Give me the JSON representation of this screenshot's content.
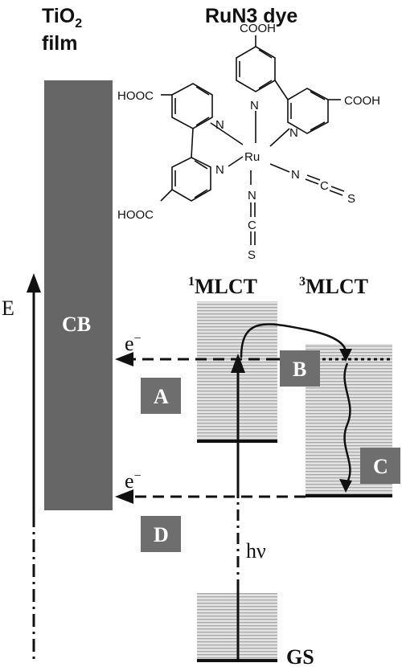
{
  "titles": {
    "film_main": "TiO",
    "film_sub": "2",
    "film_line2": "film",
    "dye": "RuN3 dye"
  },
  "structure": {
    "ru": "Ru",
    "n": "N",
    "cooh": "COOH",
    "hooc": "HOOC",
    "ncs_n": "N",
    "ncs_c": "C",
    "ncs_s": "S",
    "eq": "="
  },
  "energy_axis": {
    "label": "E"
  },
  "film": {
    "label": "CB"
  },
  "states": {
    "singlet_sup": "1",
    "singlet": "MLCT",
    "triplet_sup": "3",
    "triplet": "MLCT",
    "ground": "GS"
  },
  "electrons": {
    "e": "e",
    "sign": "−"
  },
  "processes": {
    "A": "A",
    "B": "B",
    "C": "C",
    "D": "D"
  },
  "excitation": {
    "label": "hν"
  },
  "colors": {
    "film_fill": "#666666",
    "box_fill": "#6e6e6e",
    "stripe_bg": "#e4e4e4",
    "stripe_line": "#a8a8a8",
    "ink": "#111111"
  }
}
